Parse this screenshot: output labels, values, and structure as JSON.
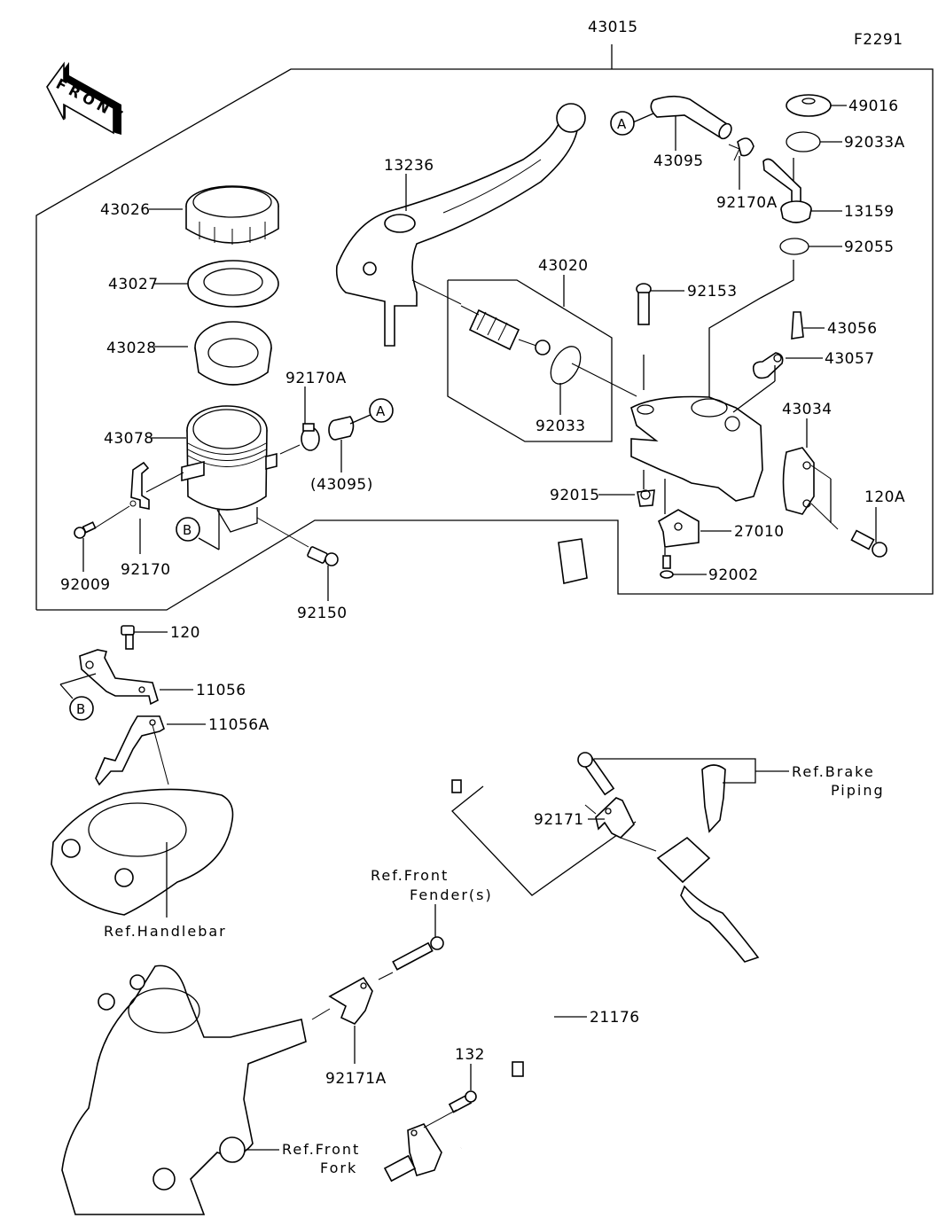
{
  "diagram": {
    "figure_id": "F2291",
    "front_indicator": "FRONT",
    "assembly_label": "43015",
    "callout_markers": {
      "a": "A",
      "b": "B"
    },
    "parts": {
      "p13236": "13236",
      "p43026": "43026",
      "p43027": "43027",
      "p43028": "43028",
      "p43078": "43078",
      "p92170A_left": "92170A",
      "p43095_ref": "(43095)",
      "p92170": "92170",
      "p92009": "92009",
      "p92150": "92150",
      "p43020": "43020",
      "p92033": "92033",
      "p43095": "43095",
      "p92170A_right": "92170A",
      "p49016": "49016",
      "p92033A": "92033A",
      "p13159": "13159",
      "p92055": "92055",
      "p92153": "92153",
      "p43056": "43056",
      "p43057": "43057",
      "p43034": "43034",
      "p120A": "120A",
      "p92015": "92015",
      "p27010": "27010",
      "p92002": "92002",
      "p120": "120",
      "p11056": "11056",
      "p11056A": "11056A",
      "p92171": "92171",
      "p92171A": "92171A",
      "p21176": "21176",
      "p132": "132"
    },
    "references": {
      "handlebar": "Ref.Handlebar",
      "front_fender_l1": "Ref.Front",
      "front_fender_l2": "Fender(s)",
      "brake_piping_l1": "Ref.Brake",
      "brake_piping_l2": "Piping",
      "front_fork_l1": "Ref.Front",
      "front_fork_l2": "Fork"
    }
  }
}
